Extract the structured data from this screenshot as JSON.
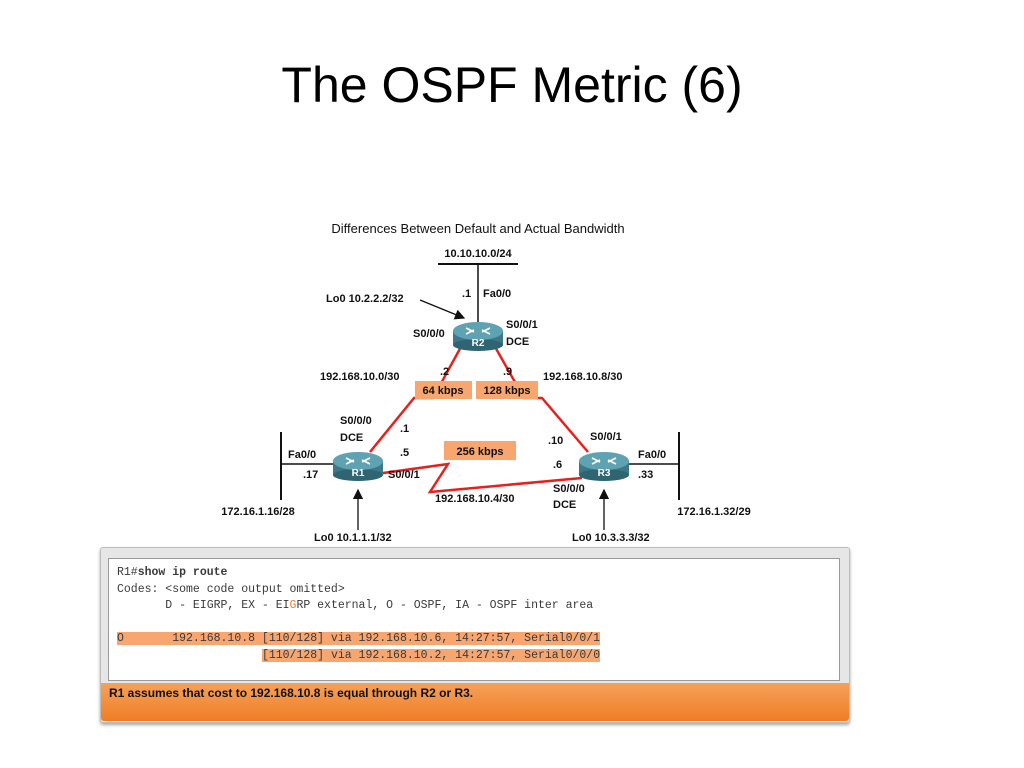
{
  "slide": {
    "title": "The OSPF Metric (6)"
  },
  "figure": {
    "title": "Differences Between Default and Actual Bandwidth",
    "routers": [
      {
        "id": "r2",
        "name": "R2"
      },
      {
        "id": "r1",
        "name": "R1"
      },
      {
        "id": "r3",
        "name": "R3"
      }
    ],
    "networks": {
      "top_lan": "10.10.10.0/24",
      "left_lan": "172.16.1.16/28",
      "right_lan": "172.16.1.32/29",
      "link_r1_r2": "192.168.10.0/30",
      "link_r2_r3": "192.168.10.8/30",
      "link_r1_r3": "192.168.10.4/30"
    },
    "loopbacks": {
      "r2": "Lo0 10.2.2.2/32",
      "r1": "Lo0 10.1.1.1/32",
      "r3": "Lo0 10.3.3.3/32"
    },
    "labels": {
      "r2_fa_host": ".1",
      "r2_fa_if": "Fa0/0",
      "r2_s000": "S0/0/0",
      "r2_s001": "S0/0/1",
      "r2_dce": "DCE",
      "r2_left_host": ".2",
      "r2_right_host": ".9",
      "r1_s000": "S0/0/0",
      "r1_dce": "DCE",
      "r1_up_host": ".1",
      "r1_right_host": ".5",
      "r1_s001": "S0/0/1",
      "r1_fa_if": "Fa0/0",
      "r1_fa_host": ".17",
      "r3_left_up_host": ".10",
      "r3_s001": "S0/0/1",
      "r3_left_host": ".6",
      "r3_fa_if": "Fa0/0",
      "r3_fa_host": ".33",
      "r3_s000": "S0/0/0",
      "r3_dce": "DCE"
    },
    "bandwidths": {
      "r1_r2": "64 kbps",
      "r2_r3": "128 kbps",
      "r1_r3": "256 kbps"
    },
    "colors": {
      "serial_link": "#e8201c",
      "bandwidth_box": "#f8a66f",
      "router": "#4a8c9c"
    }
  },
  "terminal": {
    "prompt": "R1#",
    "command": "show ip route",
    "line2": "Codes: <some code output omitted>",
    "line3_a": "       D - EIGRP, EX - EI",
    "line3_b": "G",
    "line3_c": "RP external, O - OSPF, IA - OSPF inter area",
    "route1": "O       192.168.10.8 [110/128] via 192.168.10.6, 14:27:57, Serial0/0/1",
    "route2": "[110/128] via 192.168.10.2, 14:27:57, Serial0/0/0",
    "route2_indent": "                     ",
    "caption": "R1 assumes that cost to 192.168.10.8 is equal through R2 or R3."
  }
}
